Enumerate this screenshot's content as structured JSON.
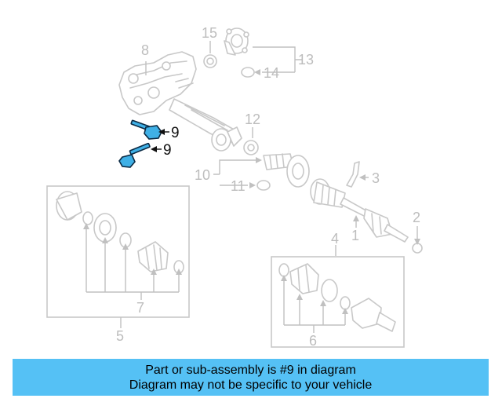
{
  "callouts": {
    "c1": "1",
    "c2": "2",
    "c3": "3",
    "c4": "4",
    "c5": "5",
    "c6": "6",
    "c7": "7",
    "c8": "8",
    "c9a": "9",
    "c9b": "9",
    "c10": "10",
    "c11": "11",
    "c12": "12",
    "c13": "13",
    "c14": "14",
    "c15": "15"
  },
  "highlight_color": "#3fb0e6",
  "banner": {
    "line1": "Part or sub-assembly is #9 in diagram",
    "line2": "Diagram may not be specific to your vehicle",
    "color": "#55c1f5"
  }
}
